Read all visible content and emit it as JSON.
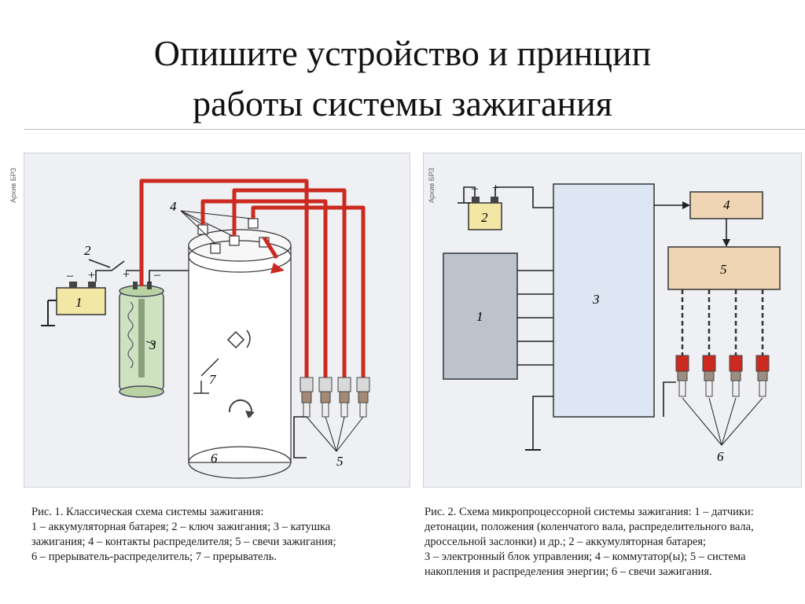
{
  "slide": {
    "title_line1": "Опишите устройство и принцип",
    "title_line2": "работы системы зажигания"
  },
  "left_figure": {
    "side_label": "Архив БРЗ",
    "callouts": [
      "1",
      "2",
      "3",
      "4",
      "5",
      "6",
      "7"
    ],
    "battery_terminals": [
      "–",
      "+"
    ],
    "caption": [
      "Рис. 1. Классическая схема системы зажигания:",
      "1 – аккумуляторная батарея; 2 – ключ зажигания; 3 – катушка",
      "зажигания; 4 – контакты распределителя; 5 – свечи зажигания;",
      "6 – прерыватель-распределитель; 7 – прерыватель."
    ]
  },
  "right_figure": {
    "side_label": "Архив БРЗ",
    "callouts": [
      "1",
      "2",
      "3",
      "4",
      "5",
      "6"
    ],
    "battery_terminals": [
      "–",
      "+"
    ],
    "caption": [
      "Рис. 2. Схема микропроцессорной системы зажигания: 1 – датчики:",
      "детонации, положения (коленчатого вала, распределительного вала,",
      "дроссельной заслонки) и др.; 2 – аккумуляторная батарея;",
      "3 – электронный блок управления; 4 – коммутатор(ы); 5 – система",
      "накопления и распределения энергии; 6 – свечи зажигания."
    ]
  },
  "colors": {
    "wire_red": "#cc2a20",
    "coil_green": "#cfe2bf",
    "battery_yellow": "#f3e7a6",
    "ecu_blue": "#dde7f4",
    "module_tan": "#f0d5b4",
    "sensor_gray": "#bcc3cc",
    "panel_bg": "#eef0f3"
  }
}
